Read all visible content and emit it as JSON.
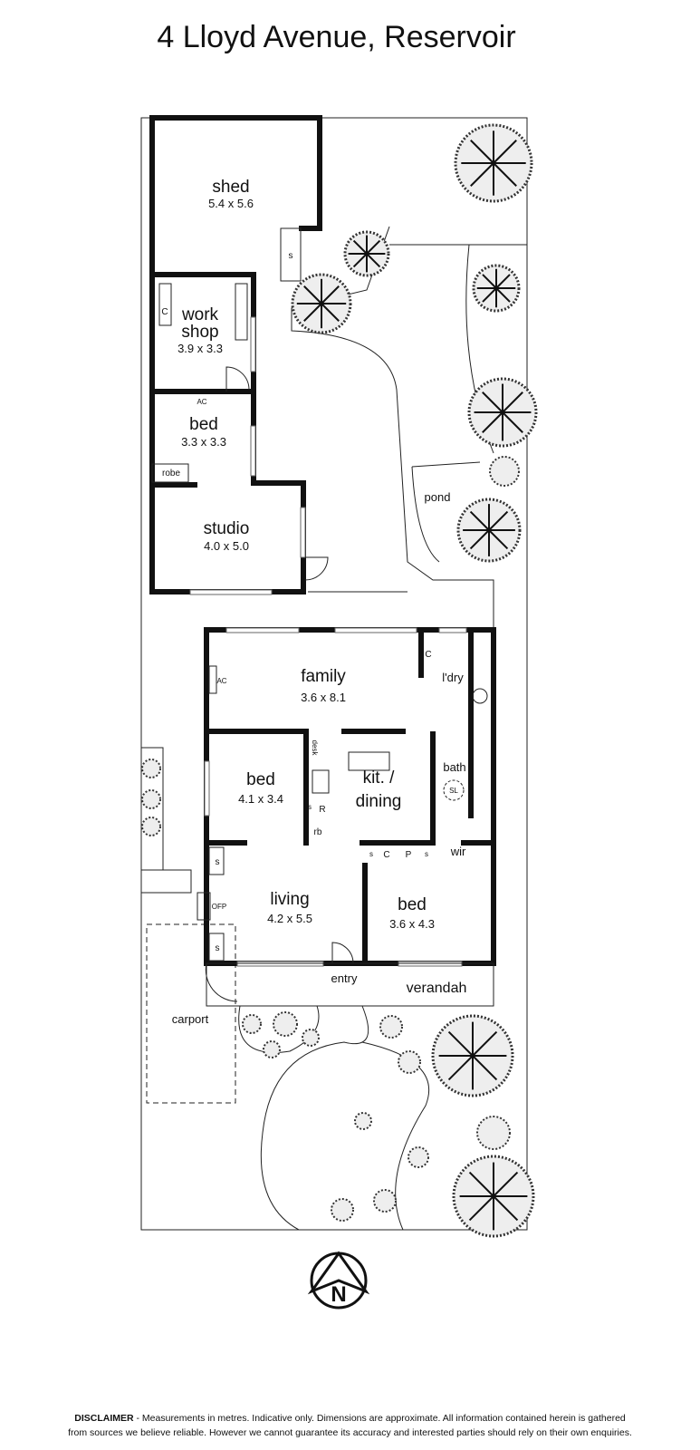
{
  "title": "4 Lloyd Avenue, Reservoir",
  "rooms": {
    "shed": {
      "name": "shed",
      "dims": "5.4 x 5.6"
    },
    "workshop": {
      "name1": "work",
      "name2": "shop",
      "dims": "3.9 x 3.3"
    },
    "bed_rear": {
      "name": "bed",
      "dims": "3.3 x 3.3"
    },
    "studio": {
      "name": "studio",
      "dims": "4.0 x 5.0"
    },
    "family": {
      "name": "family",
      "dims": "3.6 x 8.1"
    },
    "bed_2": {
      "name": "bed",
      "dims": "4.1 x 3.4"
    },
    "kitchen": {
      "name1": "kit. /",
      "name2": "dining"
    },
    "laundry": {
      "name": "l'dry"
    },
    "bath": {
      "name": "bath"
    },
    "wir": {
      "name": "wir"
    },
    "living": {
      "name": "living",
      "dims": "4.2 x 5.5"
    },
    "bed_3": {
      "name": "bed",
      "dims": "3.6 x 4.3"
    }
  },
  "areas": {
    "entry": "entry",
    "verandah": "verandah",
    "carport": "carport",
    "pond": "pond"
  },
  "fixtures": {
    "s": "s",
    "c": "C",
    "ac": "AC",
    "robe": "robe",
    "desk": "desk",
    "r": "R",
    "rb": "rb",
    "ofp": "OFP",
    "sl": "SL",
    "p": "P"
  },
  "compass": "N",
  "disclaimer": {
    "heading": "DISCLAIMER",
    "text1": " - Measurements in metres. Indicative only. Dimensions are approximate. All information contained herein is gathered",
    "text2": "from sources we believe reliable. However we cannot guarantee its accuracy and interested parties should rely on their own enquiries."
  }
}
